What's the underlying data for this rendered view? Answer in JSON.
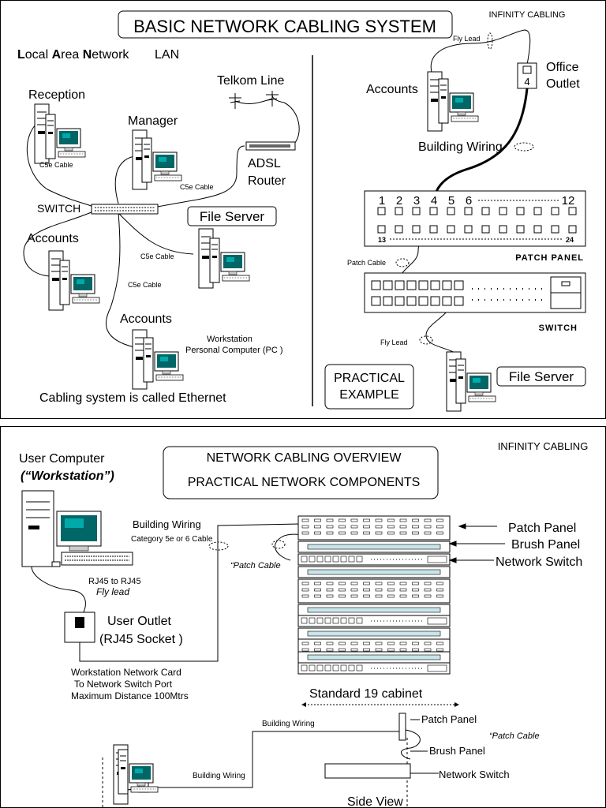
{
  "top": {
    "title": "BASIC NETWORK CABLING SYSTEM",
    "brand": "INFINITY CABLING",
    "lan": {
      "L": "L",
      "ocal": "ocal ",
      "A": "A",
      "rea": "rea ",
      "N": "N",
      "etwork": "etwork",
      "abbr": "LAN"
    },
    "labels": {
      "reception": "Reception",
      "manager": "Manager",
      "telkom": "Telkom Line",
      "adsl": "ADSL",
      "router": "Router",
      "switch": "SWITCH",
      "file_server": "File Server",
      "accounts": "Accounts",
      "cable": "C5e Cable",
      "workstation": "Workstation",
      "pc": "Personal Computer (PC )",
      "ethernet": "Cabling system is called   Ethernet"
    },
    "right": {
      "fly_lead": "Fly Lead",
      "accounts": "Accounts",
      "office": "Office",
      "outlet": "Outlet",
      "outlet_num": "4",
      "building_wiring": "Building Wiring",
      "ports_top": [
        "1",
        "2",
        "3",
        "4",
        "5",
        "6",
        "12"
      ],
      "ports_bottom": [
        "13",
        "24"
      ],
      "patch_panel": "PATCH PANEL",
      "patch_cable": "Patch Cable",
      "switch": "SWITCH",
      "file_server": "File Server",
      "practical": "PRACTICAL",
      "example": "EXAMPLE"
    }
  },
  "bottom": {
    "brand": "INFINITY CABLING",
    "title1": "NETWORK CABLING OVERVIEW",
    "title2": "PRACTICAL NETWORK COMPONENTS",
    "user_computer": "User Computer",
    "workstation": "(“Workstation”)",
    "building_wiring": "Building Wiring",
    "category": "Category 5e or 6 Cable",
    "patch_cable": "“Patch Cable",
    "rj45": "RJ45 to RJ45",
    "fly_lead": "Fly lead",
    "user_outlet": "User Outlet",
    "rj45_socket": "(RJ45 Socket )",
    "card1": "Workstation Network Card",
    "card2": "To Network Switch Port",
    "card3": "Maximum Distance 100Mtrs",
    "patch_panel": "Patch Panel",
    "brush_panel": "Brush Panel",
    "network_switch": "Network Switch",
    "cabinet": "Standard 19  cabinet",
    "side_view": "Side View",
    "side": {
      "building_wiring1": "Building Wiring",
      "building_wiring2": "Building Wiring",
      "patch_panel": "Patch Panel",
      "patch_cable": "“Patch Cable",
      "brush_panel": "Brush Panel",
      "network_switch": "Network Switch"
    }
  }
}
